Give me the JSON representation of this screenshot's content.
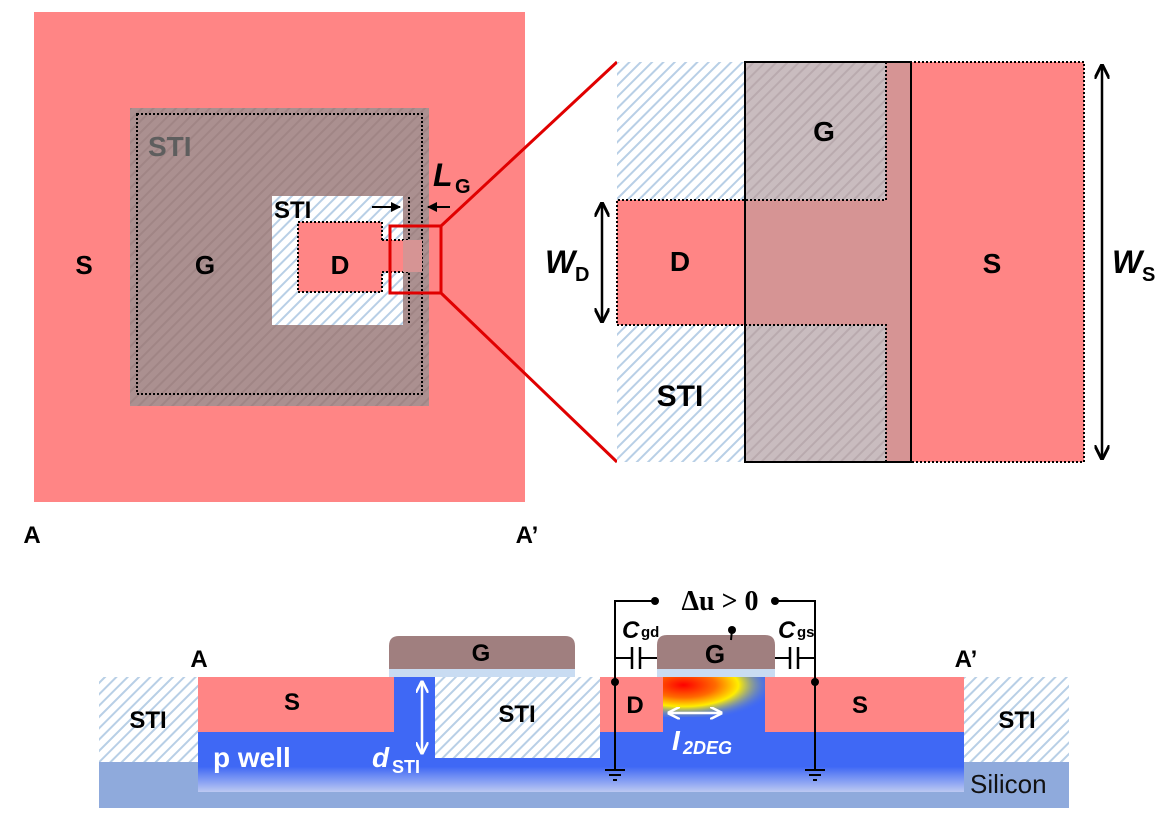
{
  "colors": {
    "source_drain": "#ff8585",
    "gate": "#a57f7f",
    "gate_overlap": "#d69494",
    "sti_hatch": "#b8cfe6",
    "pwell": "#3f68f5",
    "silicon": "#8faadc",
    "oxide": "#c9dcf2",
    "zoom_box": "#e00000"
  },
  "top_view": {
    "source_label": "S",
    "gate_label": "G",
    "drain_label": "D",
    "sti_outer_label": "STI",
    "sti_inner_label": "STI",
    "gate_length_label": "L",
    "gate_length_sub": "G",
    "section_start_label": "A",
    "section_end_label": "A’"
  },
  "detail_view": {
    "gate_label": "G",
    "drain_label": "D",
    "source_label": "S",
    "sti_label": "STI",
    "drain_width_label": "W",
    "drain_width_sub": "D",
    "source_width_label": "W",
    "source_width_sub": "S"
  },
  "cross_section": {
    "section_start_label": "A",
    "section_end_label": "A’",
    "sti_left_label": "STI",
    "sti_mid_label": "STI",
    "sti_right_label": "STI",
    "source_left_label": "S",
    "source_right_label": "S",
    "drain_label": "D",
    "gate_left_label": "G",
    "gate_right_label": "G",
    "pwell_label": "p well",
    "silicon_label": "Silicon",
    "sti_depth_label": "d",
    "sti_depth_sub": "STI",
    "current_label": "I",
    "current_sub": "2DEG",
    "voltage_label": "Δu > 0",
    "cgd_label": "C",
    "cgd_sub": "gd",
    "cgs_label": "C",
    "cgs_sub": "gs"
  }
}
